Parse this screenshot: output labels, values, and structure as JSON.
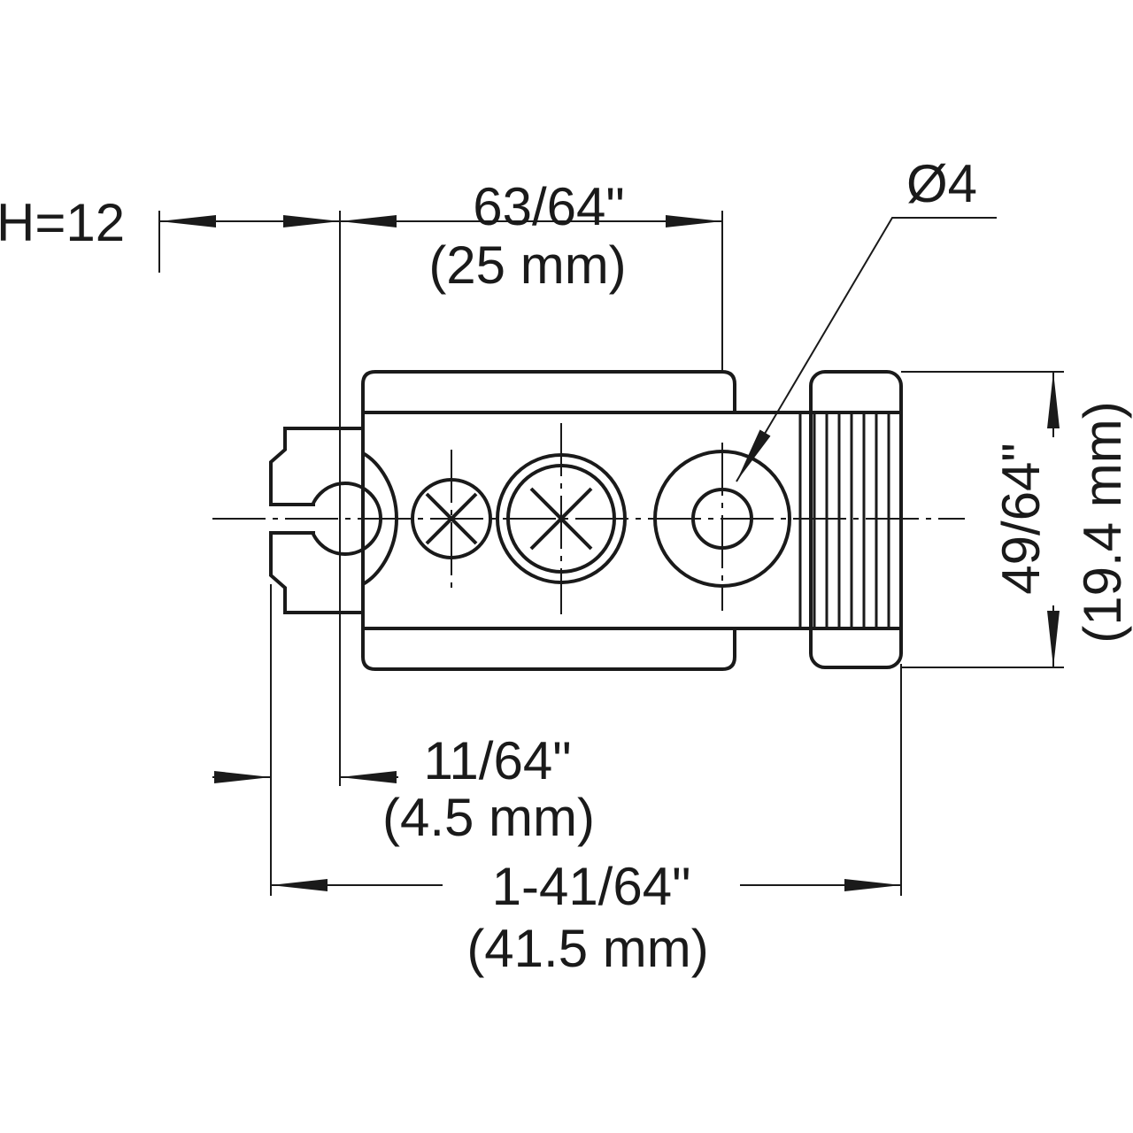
{
  "dimensions": {
    "h_label": "H=12",
    "top_in": "63/64\"",
    "top_mm": "(25 mm)",
    "dia_label": "Ø4",
    "right_in": "49/64\"",
    "right_mm": "(19.4 mm)",
    "small_in": "11/64\"",
    "small_mm": "(4.5 mm)",
    "total_in": "1-41/64\"",
    "total_mm": "(41.5 mm)"
  },
  "colors": {
    "part_fill": "#e3effb",
    "pin_fill": "#f5edc8",
    "line": "#1a1a1a"
  }
}
